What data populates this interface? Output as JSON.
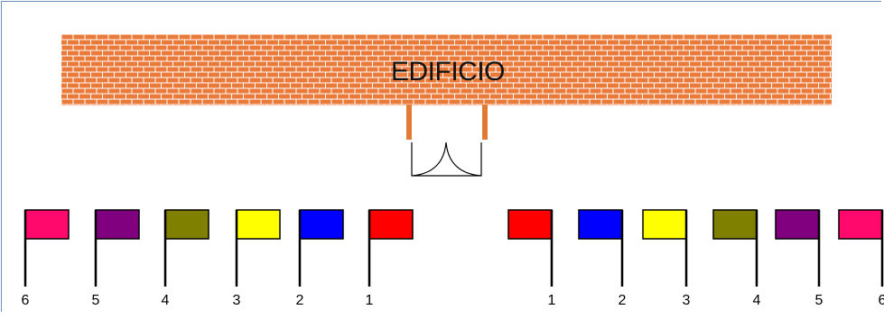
{
  "building": {
    "label": "EDIFICIO",
    "wall_color": "#e97a3a",
    "mortar_color": "#ffffff",
    "door_post_color": "#e07a35"
  },
  "flags": {
    "left": [
      {
        "number": "6",
        "color": "#ff0a6c"
      },
      {
        "number": "5",
        "color": "#800080"
      },
      {
        "number": "4",
        "color": "#808000"
      },
      {
        "number": "3",
        "color": "#ffff00"
      },
      {
        "number": "2",
        "color": "#0000ff"
      },
      {
        "number": "1",
        "color": "#ff0000"
      }
    ],
    "right": [
      {
        "number": "1",
        "color": "#ff0000"
      },
      {
        "number": "2",
        "color": "#0000ff"
      },
      {
        "number": "3",
        "color": "#ffff00"
      },
      {
        "number": "4",
        "color": "#808000"
      },
      {
        "number": "5",
        "color": "#800080"
      },
      {
        "number": "6",
        "color": "#ff0a6c"
      }
    ]
  }
}
